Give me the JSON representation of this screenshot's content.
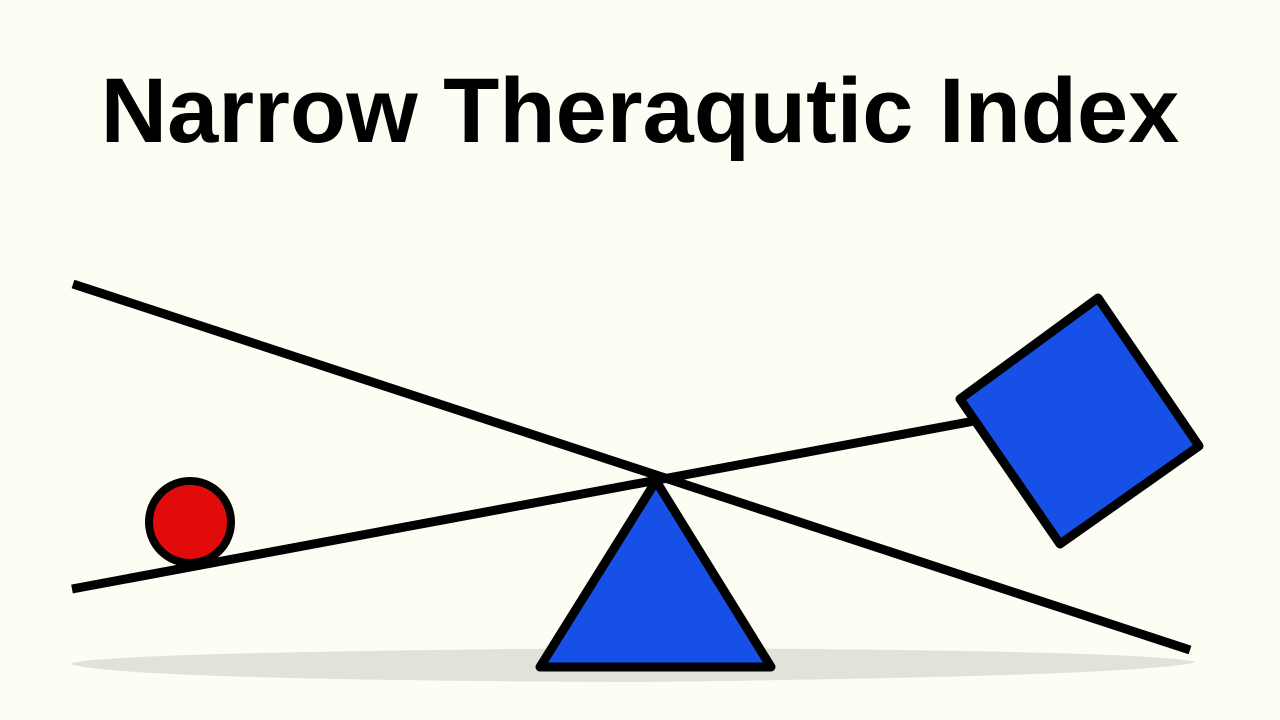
{
  "title": "Narrow Theraqutic Index",
  "colors": {
    "background": "#fdfdf3",
    "stroke": "#000000",
    "ball": "#e20b0b",
    "weight": "#1750e6",
    "fulcrum": "#1750e6",
    "shadow": "#e3e2da"
  },
  "diagram": {
    "elements": [
      {
        "name": "shadow",
        "shape": "ellipse"
      },
      {
        "name": "descending-line",
        "shape": "line"
      },
      {
        "name": "ascending-beam",
        "shape": "line"
      },
      {
        "name": "fulcrum",
        "shape": "triangle"
      },
      {
        "name": "ball",
        "shape": "circle"
      },
      {
        "name": "weight",
        "shape": "square"
      }
    ]
  }
}
